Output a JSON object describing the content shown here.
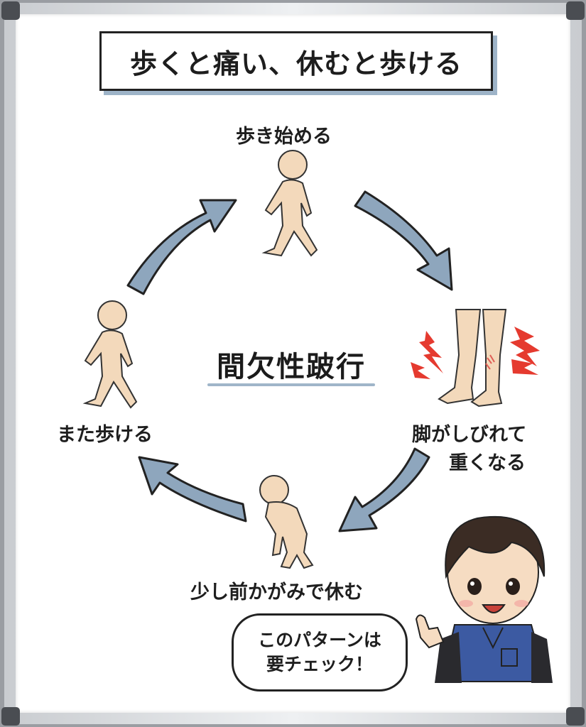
{
  "title": "歩くと痛い、休むと歩ける",
  "center": "間欠性跛行",
  "steps": {
    "top": "歩き始める",
    "right_line1": "脚がしびれて",
    "right_line2": "重くなる",
    "bottom": "少し前かがみで休む",
    "left": "また歩ける"
  },
  "bubble": {
    "line1": "このパターンは",
    "line2": "要チェック！"
  },
  "colors": {
    "arrow_fill": "#8ea6bd",
    "outline": "#222222",
    "figure": "#f3d9bb",
    "pain_red": "#e53a2f",
    "underline": "#9fb5c9",
    "scrub": "#3c5aa2"
  },
  "icons": [
    "walking-person-icon",
    "leg-pain-icon",
    "bending-person-icon",
    "doctor-avatar-icon",
    "pain-bolt-icon",
    "cycle-arrow-icon"
  ]
}
